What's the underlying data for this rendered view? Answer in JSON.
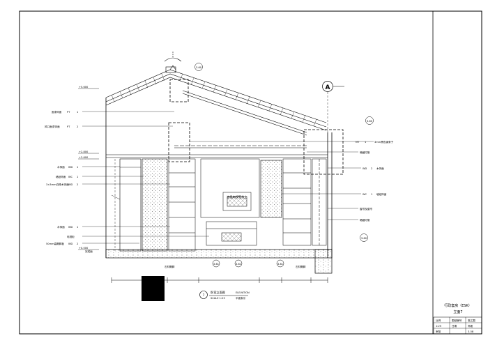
{
  "title_block": {
    "project_name": "行政套房（ESK）",
    "sheet_title": "立面7",
    "cell_stage": "施工图",
    "cell_type": "饰面",
    "cell_scale": "1:25",
    "cell_sheet_no": "3-58",
    "cell_a": "比例",
    "cell_b": "图纸编号",
    "cell_c": "日期",
    "cell_d": "审核"
  },
  "section_marker": {
    "letter": "A"
  },
  "detail_tags": [
    "3-60",
    "3-60",
    "3-60",
    "3-61",
    "3-61",
    "3-61"
  ],
  "levels": [
    "+5.600",
    "+2.800",
    "+2.600",
    "+0.000"
  ],
  "labels_left": [
    {
      "text": "面漆饰面",
      "code": "PT",
      "num": "1"
    },
    {
      "text": "风口面漆饰面",
      "code": "PT",
      "num": "2"
    },
    {
      "text": "木饰面",
      "code": "WD",
      "num": "1"
    },
    {
      "text": "墙纸饰面",
      "code": "WC",
      "num": "1"
    },
    {
      "text": "3×3mm白橡木饰面",
      "code": "WD",
      "num": "2"
    },
    {
      "text": "木饰面",
      "code": "WD",
      "num": "1"
    },
    {
      "text": "电视柜",
      "code": "",
      "num": ""
    },
    {
      "text": "50mm高踢脚板",
      "code": "WD",
      "num": "2"
    },
    {
      "text": "完成面",
      "code": "",
      "num": ""
    }
  ],
  "labels_right": [
    {
      "text": "3mm黑色钢条子",
      "code": "MT",
      "num": "1"
    },
    {
      "text": "暗藏灯管",
      "code": "",
      "num": ""
    },
    {
      "text": "木饰面",
      "code": "WD",
      "num": "2"
    },
    {
      "text": "墙纸饰面",
      "code": "WC",
      "num": "1"
    },
    {
      "text": "窗帘及窗帘",
      "code": "",
      "num": ""
    },
    {
      "text": "暗藏灯管",
      "code": "",
      "num": ""
    }
  ],
  "tv_label": "液晶电视壁挂上",
  "bottom_left_note": "石材踢脚",
  "bottom_right_note": "石材踢脚",
  "drawing_title": {
    "num": "7",
    "title": "卧室立面图",
    "scale": "SCALE 1:25",
    "extra": "ELEVATION",
    "ref": "平面索引"
  }
}
